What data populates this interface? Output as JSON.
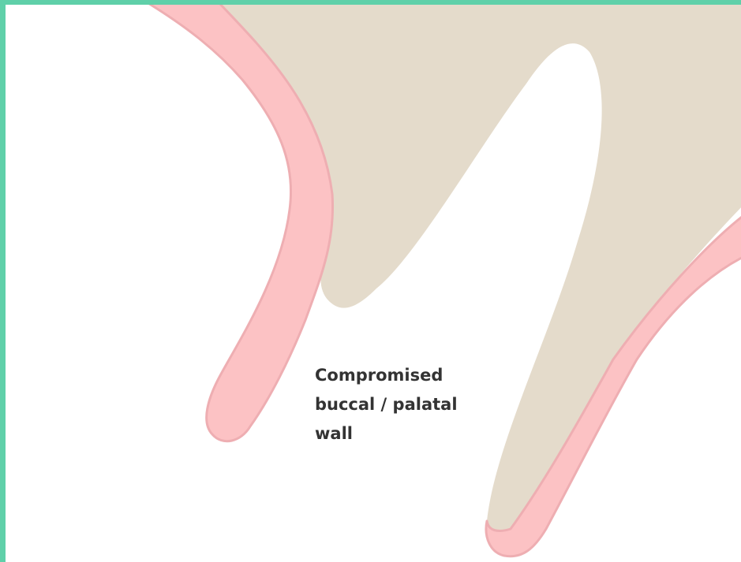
{
  "annotation": {
    "lines": [
      "Compromised",
      "buccal / palatal",
      "wall"
    ]
  },
  "colors": {
    "frame": "#5fd0a9",
    "bone": "#e4dbcb",
    "gingiva": "#fcc2c4",
    "gingiva_outline": "#eeaeb2",
    "text": "#333333"
  }
}
